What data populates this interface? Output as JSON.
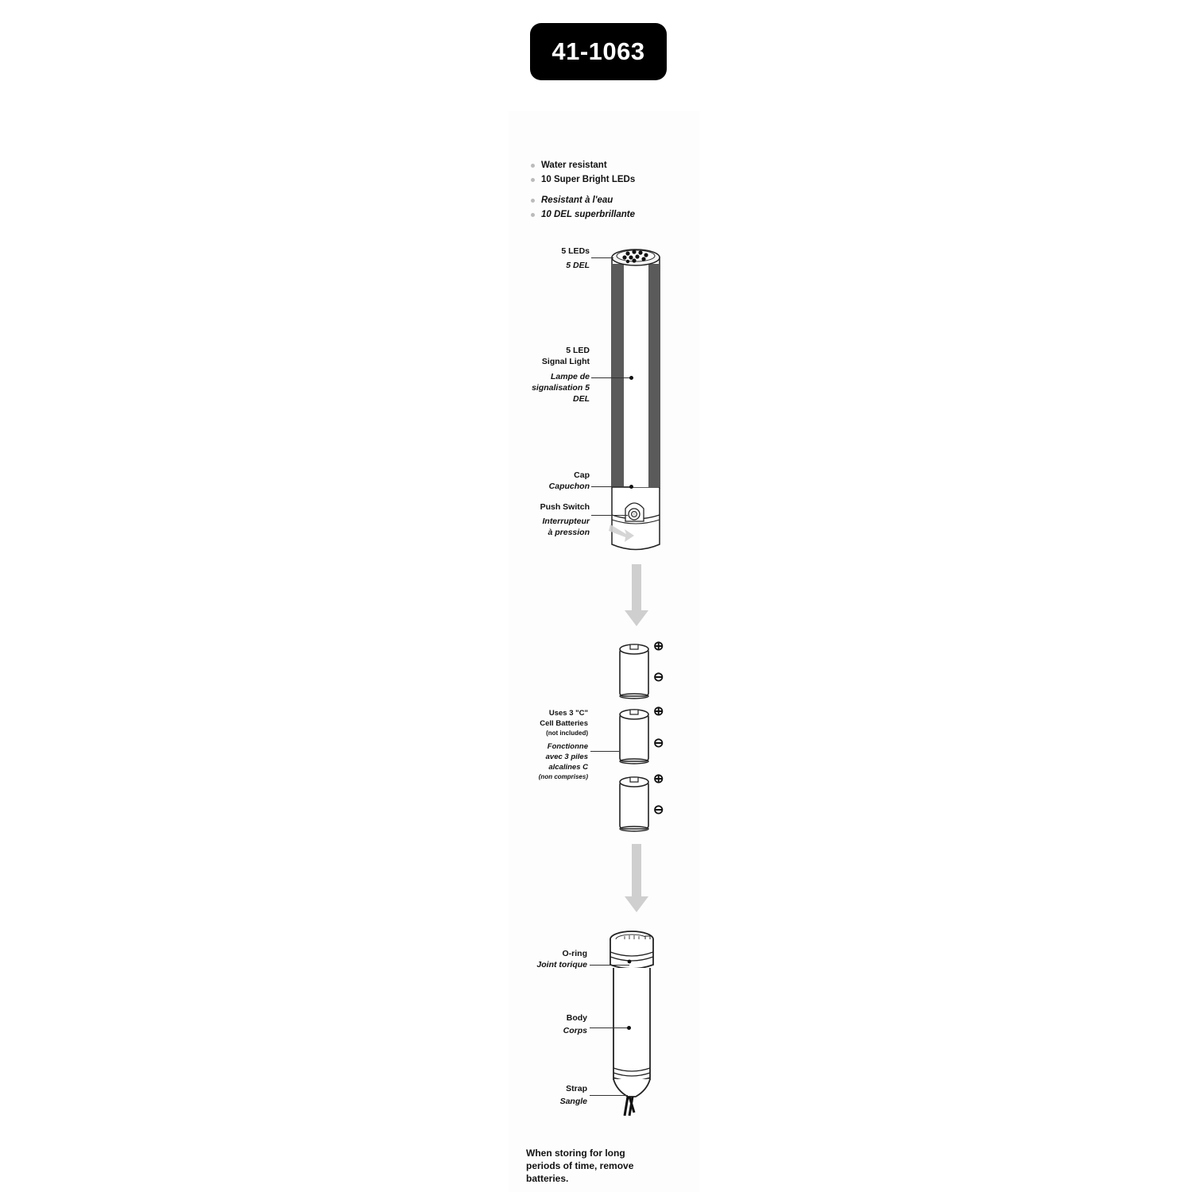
{
  "model_number": "41-1063",
  "features": {
    "english": [
      "Water resistant",
      "10 Super Bright LEDs"
    ],
    "french": [
      "Resistant à l'eau",
      "10 DEL superbrillante"
    ]
  },
  "parts": {
    "leds": {
      "en": "5 LEDs",
      "fr": "5 DEL"
    },
    "signal_light": {
      "en_line1": "5 LED",
      "en_line2": "Signal Light",
      "fr_line1": "Lampe de",
      "fr_line2": "signalisation 5",
      "fr_line3": "DEL"
    },
    "cap": {
      "en": "Cap",
      "fr": "Capuchon"
    },
    "push_switch": {
      "en": "Push Switch",
      "fr_line1": "Interrupteur",
      "fr_line2": "à pression"
    },
    "batteries": {
      "en_line1": "Uses 3 \"C\"",
      "en_line2": "Cell Batteries",
      "en_note": "(not included)",
      "fr_line1": "Fonctionne",
      "fr_line2": "avec 3 piles",
      "fr_line3": "alcalines C",
      "fr_note": "(non comprises)"
    },
    "o_ring": {
      "en": "O-ring",
      "fr": "Joint torique"
    },
    "body": {
      "en": "Body",
      "fr": "Corps"
    },
    "strap": {
      "en": "Strap",
      "fr": "Sangle"
    }
  },
  "polarity": {
    "positive": "⊕",
    "negative": "⊖"
  },
  "battery_count": 3,
  "storage_note": "When storing for long periods of time, remove batteries.",
  "colors": {
    "badge_bg": "#000000",
    "badge_text": "#ffffff",
    "arrow": "#cfcfcf",
    "tube_dark": "#555555"
  }
}
